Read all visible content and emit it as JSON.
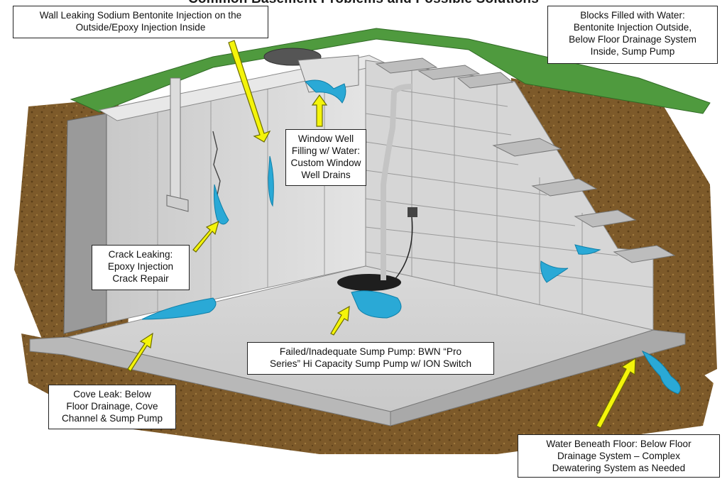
{
  "title": "Common Basement Problems and Possible Solutions",
  "callouts": {
    "wall_leaking": [
      "Wall Leaking  Sodium Bentonite Injection on the",
      "Outside/Epoxy Injection Inside"
    ],
    "blocks_filled": [
      "Blocks Filled with Water:",
      "Bentonite Injection Outside,",
      "Below Floor Drainage System",
      "Inside, Sump Pump"
    ],
    "window_well": [
      "Window Well",
      "Filling w/ Water:",
      "Custom Window",
      "Well Drains"
    ],
    "crack_leaking": [
      "Crack Leaking:",
      "Epoxy Injection",
      "Crack Repair"
    ],
    "sump_pump": [
      "Failed/Inadequate Sump Pump:  BWN “Pro",
      "Series” Hi Capacity Sump Pump w/ ION Switch"
    ],
    "cove_leak": [
      "Cove Leak:  Below",
      "Floor Drainage, Cove",
      "Channel & Sump Pump"
    ],
    "water_beneath": [
      "Water Beneath Floor:  Below Floor",
      "Drainage System – Complex",
      "Dewatering System as Needed"
    ]
  },
  "colors": {
    "water": "#2aa9d6",
    "arrow": "#f4f40a",
    "grass": "#4f9a3e",
    "soil": "#7d5a2a",
    "concrete": "#d4d4d4"
  }
}
